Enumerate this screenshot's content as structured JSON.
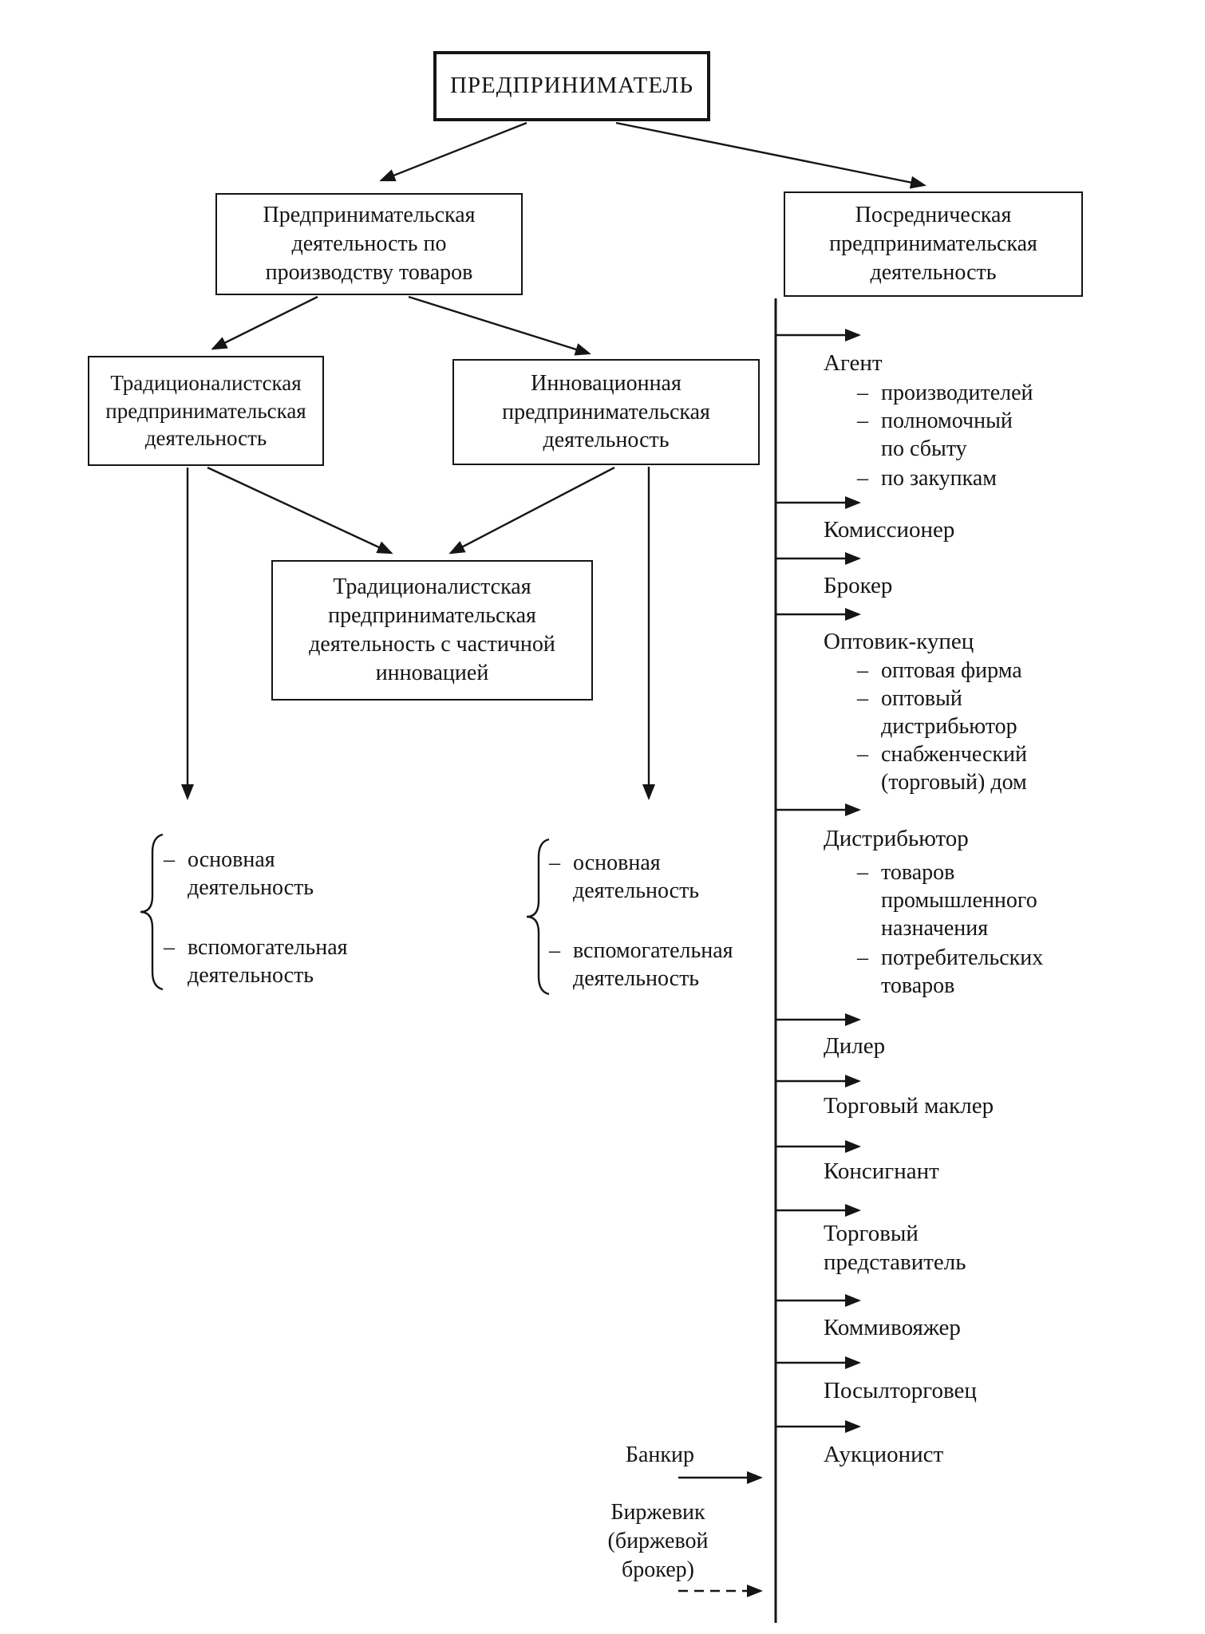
{
  "diagram_title": "ПРЕДПРИНИМАТЕЛЬ",
  "boxes": {
    "root": "ПРЕДПРИНИМАТЕЛЬ",
    "production": "Предпринимательская деятельность по производству товаров",
    "intermediary": "Посредническая предпринимательская деятельность",
    "traditional": "Традиционалистская предпринимательская деятельность",
    "innovative": "Инновационная предпринимательская деятельность",
    "partial_innovation": "Традиционалистская предпринимательская деятельность с частичной инновацией"
  },
  "dash": "–",
  "activity_items": [
    "основная деятельность",
    "вспомогательная деятельность"
  ],
  "intermediaries": [
    {
      "label": "Агент",
      "sub": [
        "производителей",
        "полномочный по сбыту",
        "по закупкам"
      ]
    },
    {
      "label": "Комиссионер",
      "sub": []
    },
    {
      "label": "Брокер",
      "sub": []
    },
    {
      "label": "Оптовик-купец",
      "sub": [
        "оптовая фирма",
        "оптовый дистрибьютор",
        "снабженческий (торговый) дом"
      ]
    },
    {
      "label": "Дистрибьютор",
      "sub": [
        "товаров промышленного назначения",
        "потребительских товаров"
      ]
    },
    {
      "label": "Дилер",
      "sub": []
    },
    {
      "label": "Торговый маклер",
      "sub": []
    },
    {
      "label": "Консигнант",
      "sub": []
    },
    {
      "label": "Торговый представитель",
      "sub": []
    },
    {
      "label": "Коммивояжер",
      "sub": []
    },
    {
      "label": "Посылторговец",
      "sub": []
    },
    {
      "label": "Аукционист",
      "sub": []
    }
  ],
  "feeders": [
    {
      "label": "Банкир"
    },
    {
      "label": "Биржевик (биржевой брокер)"
    }
  ],
  "colors": {
    "ink": "#151515",
    "background": "#ffffff"
  }
}
